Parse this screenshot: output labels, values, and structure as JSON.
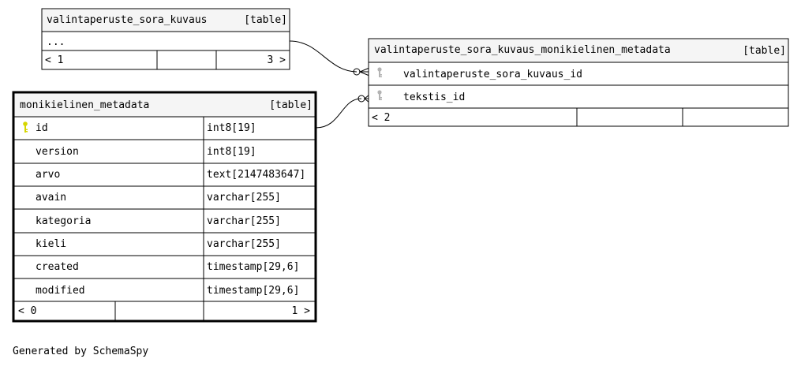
{
  "colors": {
    "header_bg": "#f5f5f5",
    "border": "#000000",
    "pk_key": "#d6d600",
    "fk_key": "#b3b3b3",
    "background": "#ffffff"
  },
  "tables": {
    "sora_kuvaus": {
      "name": "valintaperuste_sora_kuvaus",
      "type": "[table]",
      "rows": [
        {
          "label": "..."
        }
      ],
      "footer": {
        "left": "< 1",
        "right": "3 >"
      }
    },
    "link": {
      "name": "valintaperuste_sora_kuvaus_monikielinen_metadata",
      "type": "[table]",
      "rows": [
        {
          "label": "valintaperuste_sora_kuvaus_id",
          "key": "fk-key-icon"
        },
        {
          "label": "tekstis_id",
          "key": "fk-key-icon"
        }
      ],
      "footer": {
        "left": "< 2",
        "right": ""
      }
    },
    "metadata": {
      "name": "monikielinen_metadata",
      "type": "[table]",
      "rows": [
        {
          "label": "id",
          "datatype": "int8[19]",
          "key": "pk-key-icon"
        },
        {
          "label": "version",
          "datatype": "int8[19]"
        },
        {
          "label": "arvo",
          "datatype": "text[2147483647]"
        },
        {
          "label": "avain",
          "datatype": "varchar[255]"
        },
        {
          "label": "kategoria",
          "datatype": "varchar[255]"
        },
        {
          "label": "kieli",
          "datatype": "varchar[255]"
        },
        {
          "label": "created",
          "datatype": "timestamp[29,6]"
        },
        {
          "label": "modified",
          "datatype": "timestamp[29,6]"
        }
      ],
      "footer": {
        "left": "< 0",
        "right": "1 >"
      }
    }
  },
  "footer_text": "Generated by SchemaSpy"
}
